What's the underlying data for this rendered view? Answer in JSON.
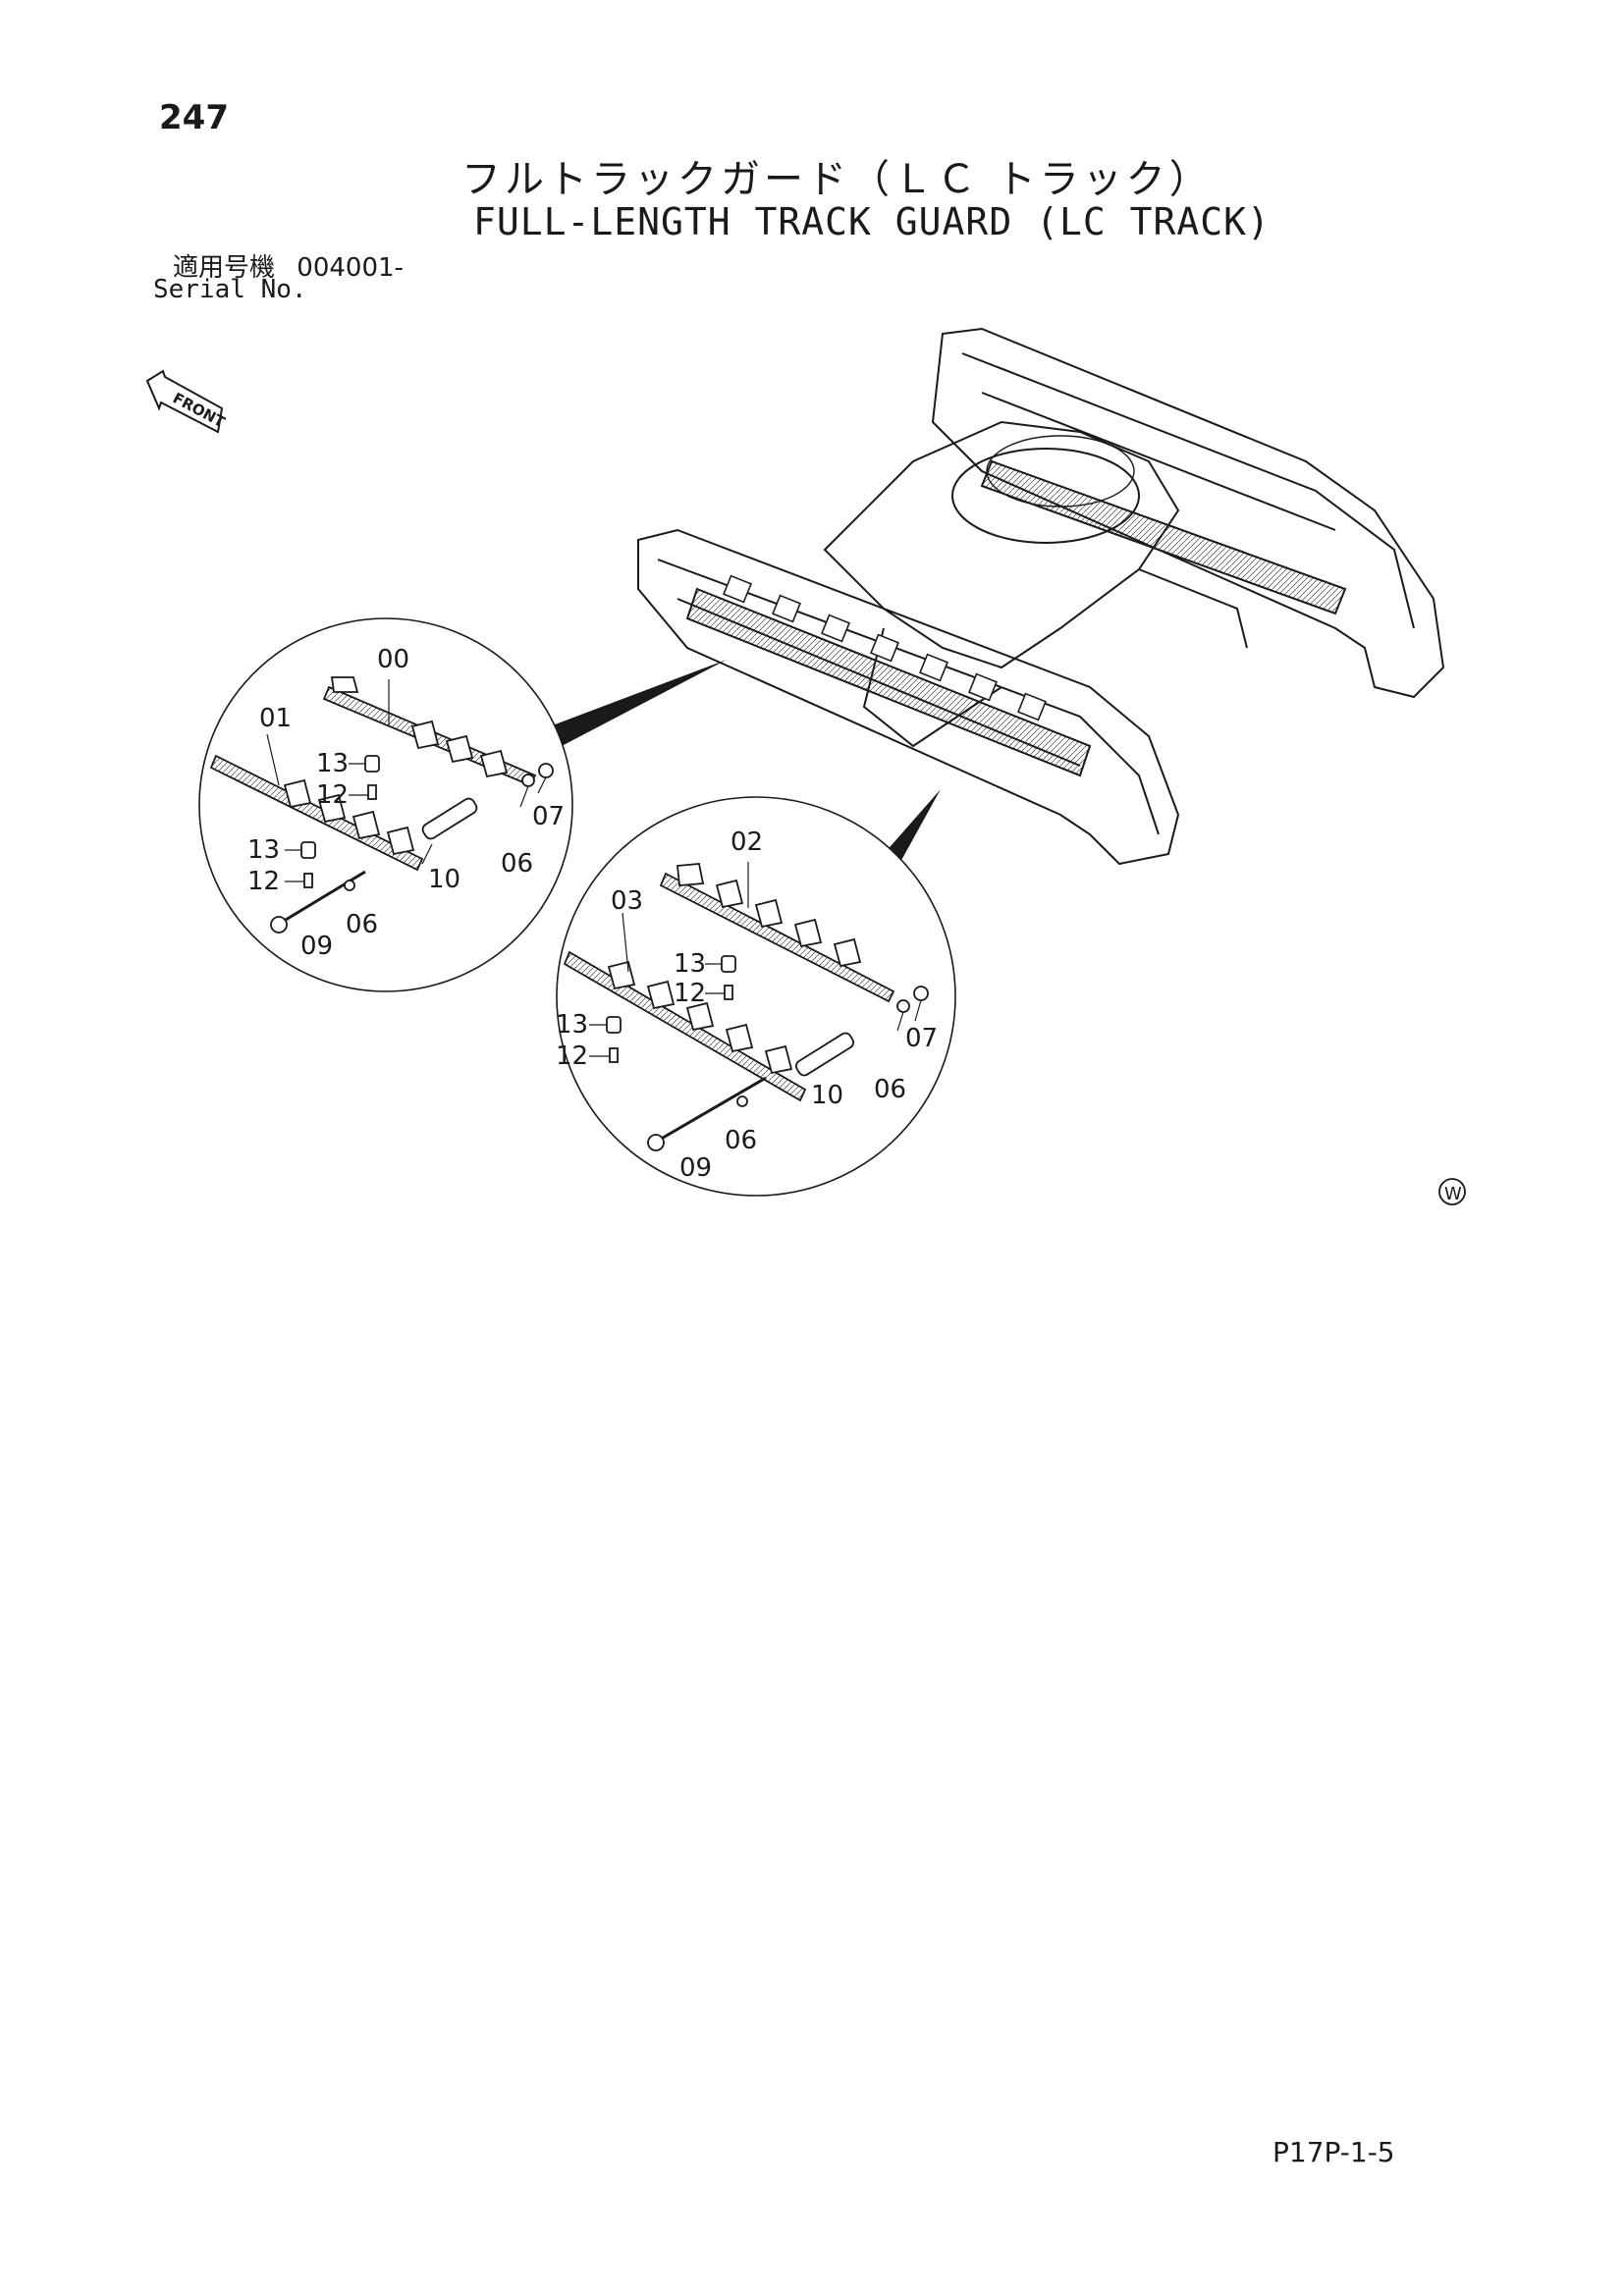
{
  "page": {
    "number": "247",
    "title_jp": "フルトラックガード（ＬＣ トラック）",
    "title_en": "FULL-LENGTH TRACK GUARD (LC TRACK)",
    "serial_label_jp": "適用号機",
    "serial_value": "004001-",
    "serial_label_en": "Serial No.",
    "footer_code": "P17P-1-5"
  },
  "diagram": {
    "front_label": "FRONT",
    "watermark_symbol": "W",
    "callouts_left": [
      "00",
      "01",
      "13",
      "12",
      "13",
      "12",
      "10",
      "06",
      "07",
      "09",
      "06"
    ],
    "callouts_right": [
      "02",
      "03",
      "13",
      "12",
      "13",
      "12",
      "10",
      "06",
      "07",
      "09",
      "06"
    ]
  },
  "colors": {
    "line": "#1a1a1a",
    "background": "#ffffff"
  }
}
